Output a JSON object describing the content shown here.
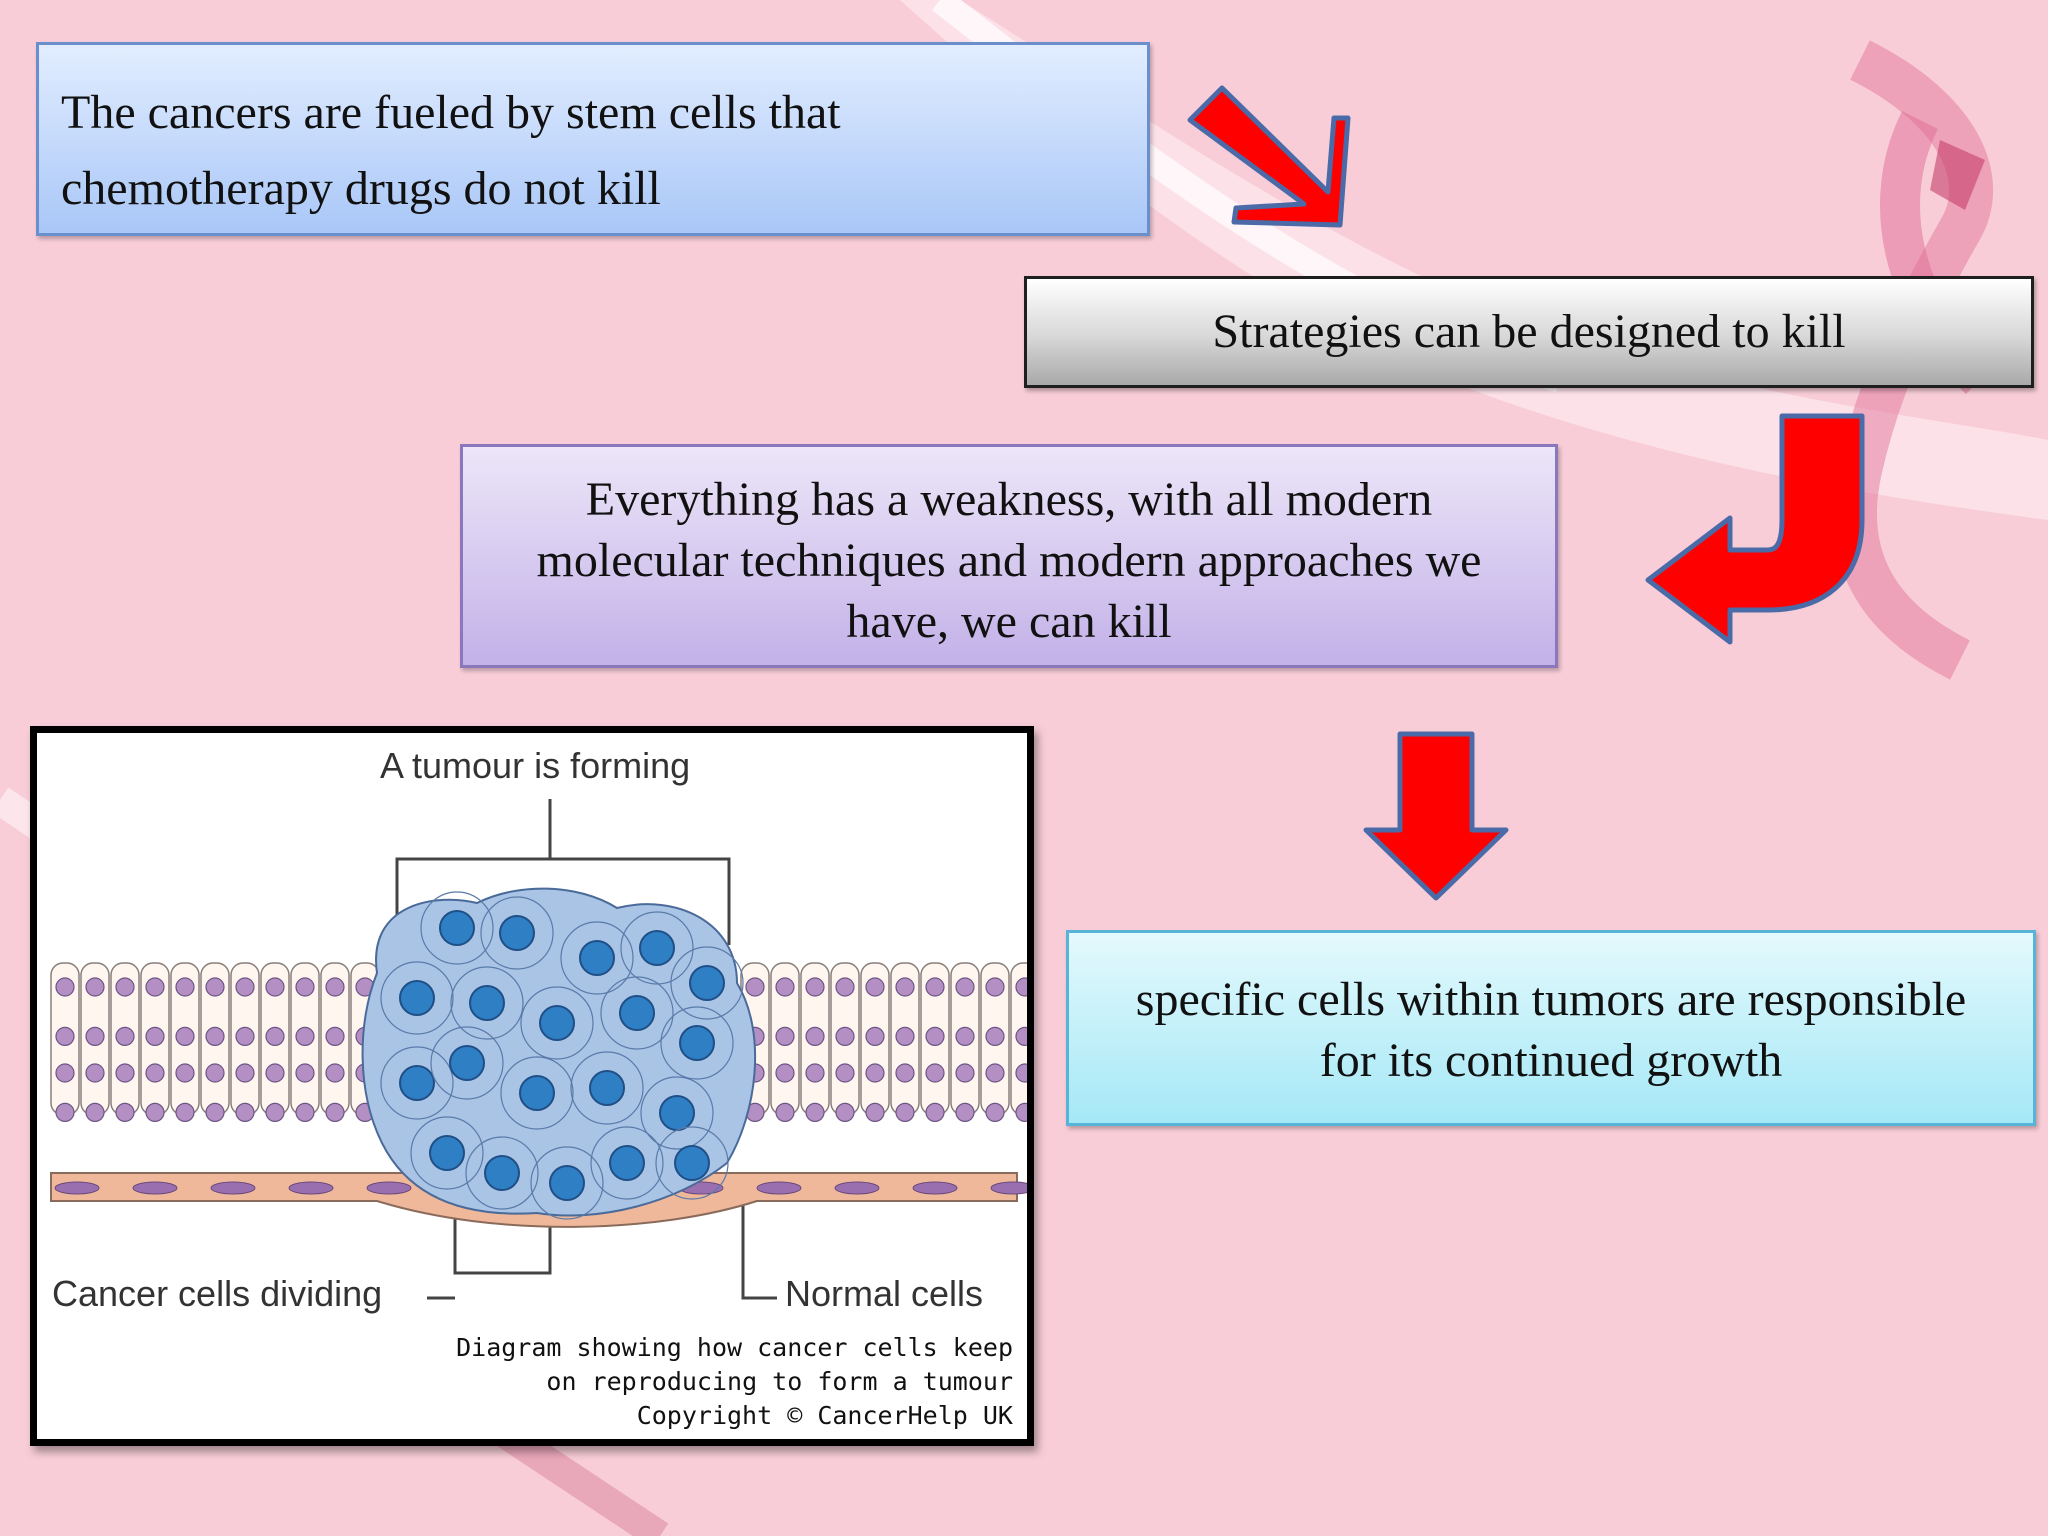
{
  "boxes": {
    "stem_cells": {
      "line1": "The cancers are fueled by stem cells that",
      "line2": "chemotherapy drugs do not kill"
    },
    "strategies": {
      "text": "Strategies can be designed to kill"
    },
    "weakness": {
      "line1": "Everything has a weakness, with all modern",
      "line2": "molecular techniques and modern approaches we",
      "line3": "have, we can kill"
    },
    "specific_cells": {
      "line1": "specific cells within tumors are responsible",
      "line2": "for its continued growth"
    }
  },
  "diagram": {
    "tumour_label": "A tumour is forming",
    "cancer_label": "Cancer cells dividing",
    "normal_label": "Normal cells",
    "caption": {
      "line1": "Diagram showing how cancer cells keep",
      "line2": "on reproducing to form a tumour",
      "line3": "Copyright © CancerHelp UK"
    }
  },
  "colors": {
    "background": "#f8cdd8",
    "arrow_fill": "#ff0000",
    "arrow_stroke": "#4a6aa8",
    "cancer_cell": "#a9c4e4",
    "cancer_nucleus": "#2f7fc4",
    "normal_nucleus": "#b48fc4",
    "basal_layer": "#f0b89a"
  },
  "icons": [
    "ribbon-watermark",
    "diagonal-arrow",
    "curved-arrow",
    "down-arrow"
  ]
}
